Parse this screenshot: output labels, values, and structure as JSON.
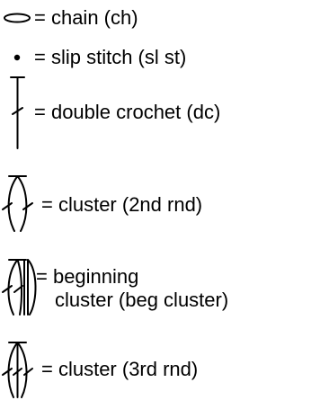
{
  "legend": {
    "items": [
      {
        "symbol": "chain-icon",
        "text": "= chain (ch)"
      },
      {
        "symbol": "slip-stitch-icon",
        "text": "= slip stitch (sl st)"
      },
      {
        "symbol": "double-crochet-icon",
        "text": "= double crochet (dc)"
      },
      {
        "symbol": "cluster-2nd-round-icon",
        "text": "= cluster (2nd rnd)"
      },
      {
        "symbol": "beginning-cluster-icon",
        "text_line1": "= beginning",
        "text_line2": "cluster (beg cluster)"
      },
      {
        "symbol": "cluster-3rd-round-icon",
        "text": "= cluster (3rd rnd)"
      }
    ]
  }
}
